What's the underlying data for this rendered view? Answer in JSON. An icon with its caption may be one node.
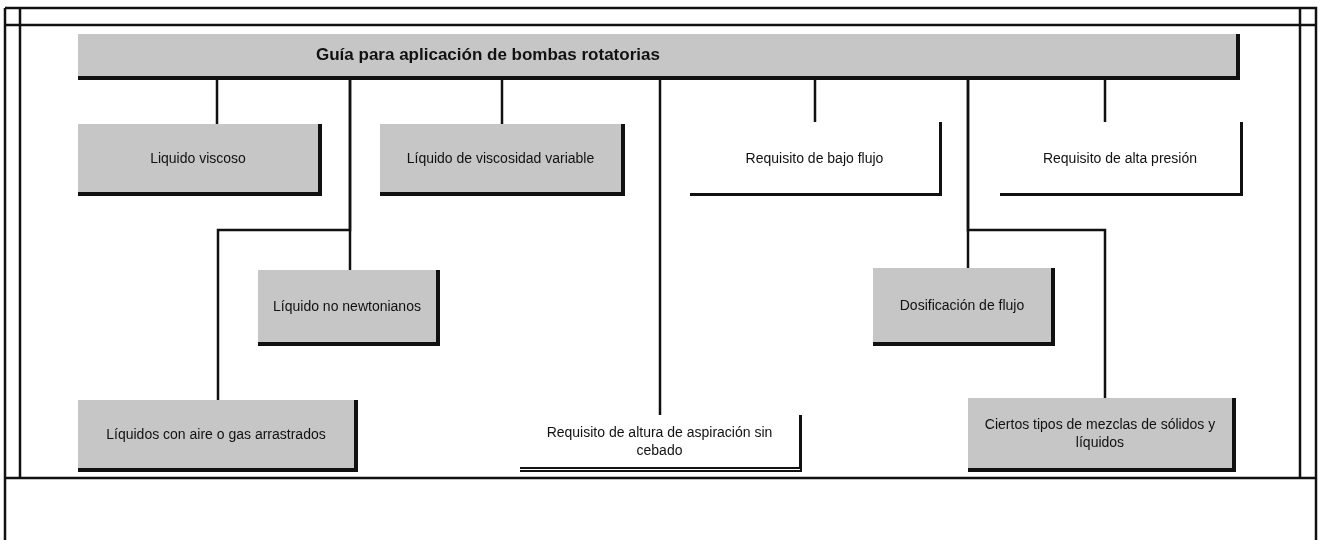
{
  "diagram": {
    "nodes": [
      {
        "text": [
          "Guía para aplicación de bombas rotatorias"
        ]
      },
      {
        "text": [
          "Liquido viscoso"
        ]
      },
      {
        "text": [
          "Líquido de viscosidad variable"
        ]
      },
      {
        "text": [
          "Requisito de bajo flujo"
        ]
      },
      {
        "text": [
          "Requisito de alta presión"
        ]
      },
      {
        "text": [
          "Líquido no newtonianos"
        ]
      },
      {
        "text": [
          "Líquidos con aire o gas arrastrados"
        ]
      },
      {
        "text": [
          "Requisito de altura de aspiración sin cebado"
        ]
      },
      {
        "text": [
          "Dosificación de flujo"
        ]
      },
      {
        "text": [
          "Ciertos tipos de mezclas de sólidos y líquidos"
        ]
      }
    ],
    "edges": [
      {
        "from": 0,
        "to": 1,
        "arrow": "none"
      },
      {
        "from": 0,
        "to": 5,
        "arrow": "none"
      },
      {
        "from": 0,
        "to": 6,
        "arrow": "none"
      },
      {
        "from": 0,
        "to": 2,
        "arrow": "none"
      },
      {
        "from": 0,
        "to": 7,
        "arrow": "none"
      },
      {
        "from": 0,
        "to": 3,
        "arrow": "none"
      },
      {
        "from": 0,
        "to": 8,
        "arrow": "none"
      },
      {
        "from": 0,
        "to": 9,
        "arrow": "none"
      },
      {
        "from": 0,
        "to": 4,
        "arrow": "none"
      }
    ]
  }
}
